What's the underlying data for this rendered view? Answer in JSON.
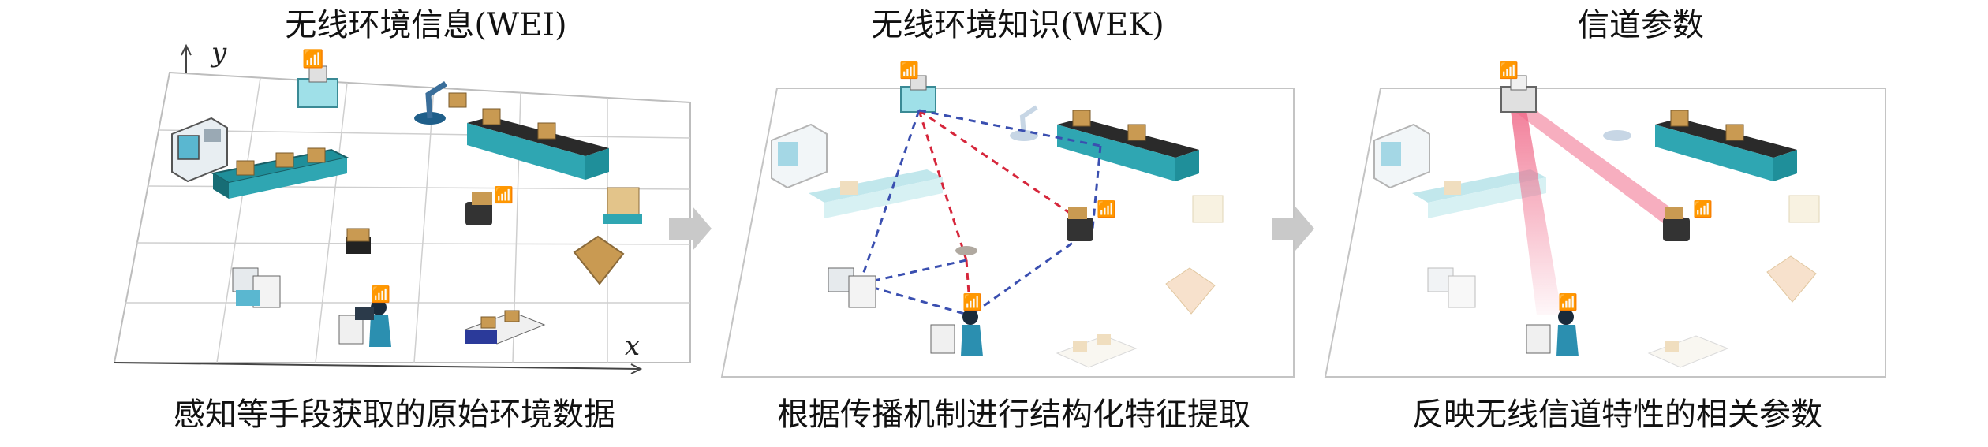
{
  "panels": [
    {
      "title": "无线环境信息(WEI)",
      "caption": "感知等手段获取的原始环境数据"
    },
    {
      "title": "无线环境知识(WEK)",
      "caption": "根据传播机制进行结构化特征提取"
    },
    {
      "title": "信道参数",
      "caption": "反映无线信道特性的相关参数"
    }
  ],
  "axes": {
    "x": "x",
    "y": "y"
  },
  "colors": {
    "conveyor": "#1f8f9a",
    "box": "#c99a52",
    "machine": "#5ab7d0",
    "link_red": "#d6263b",
    "link_blue": "#3a4fb0",
    "beam": "#f06b8a",
    "arrow": "#c9c9c9"
  }
}
